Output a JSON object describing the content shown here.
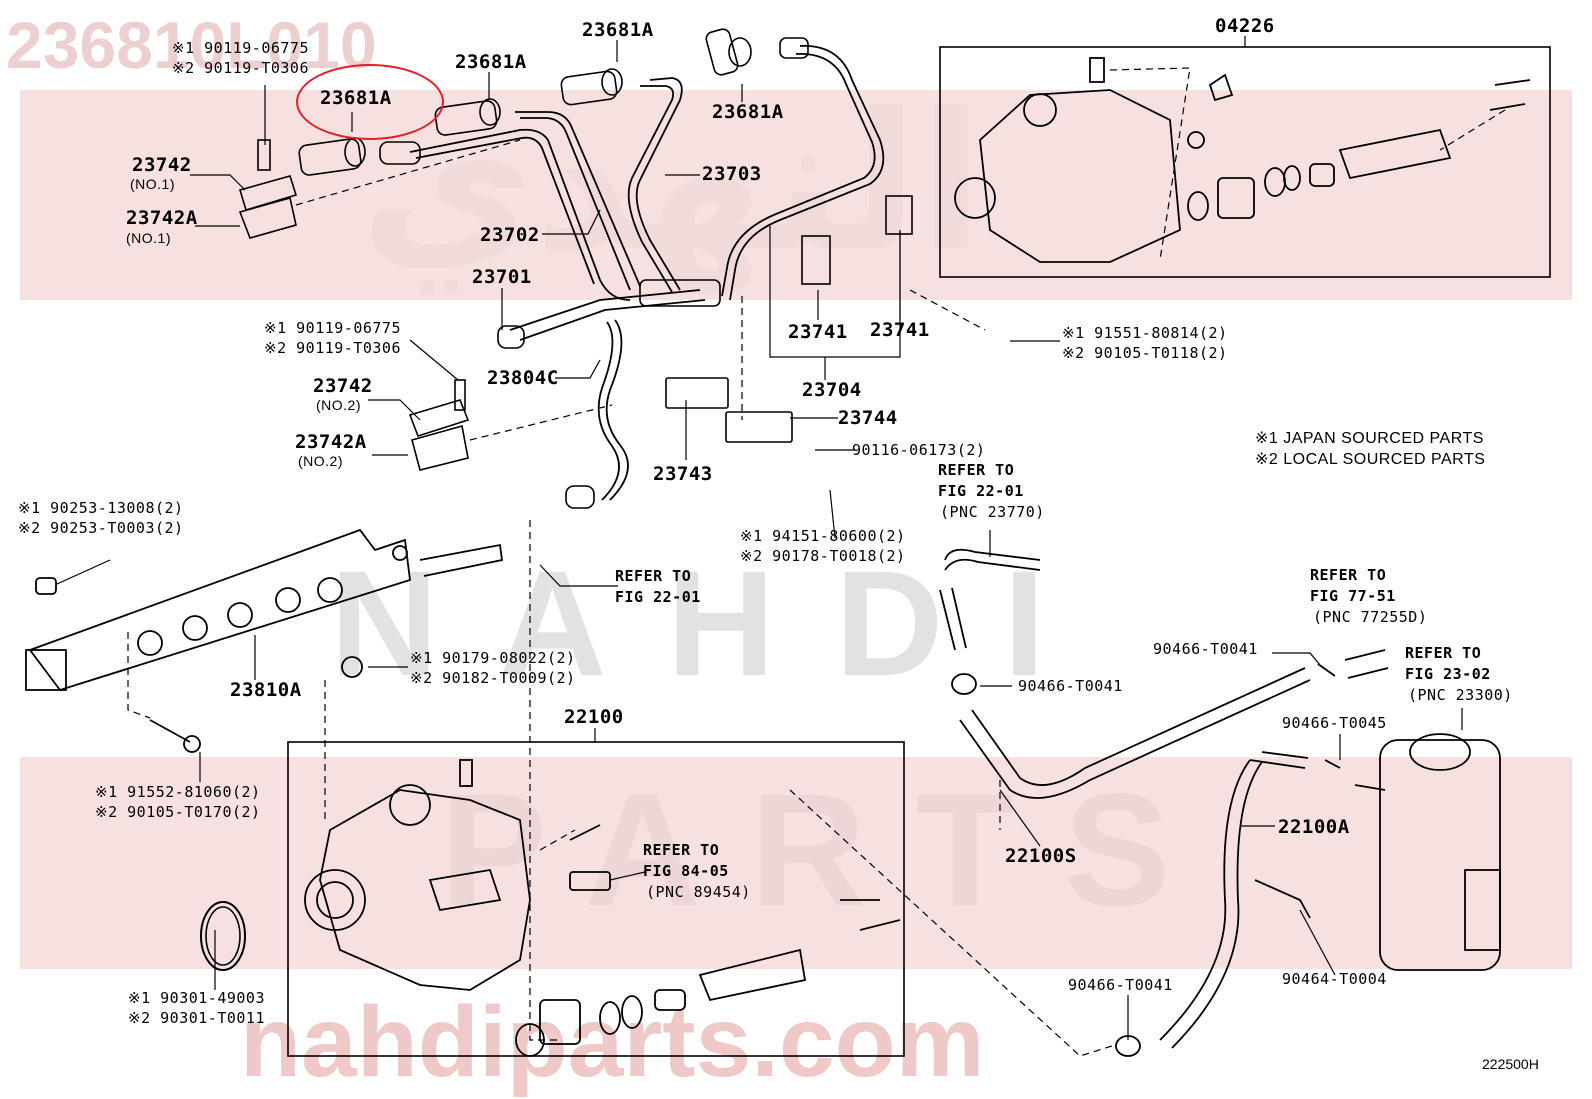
{
  "watermarks": {
    "part_number": "236810L010",
    "brand_arabic": "النهدي",
    "brand_latin_1": "NAHDI",
    "brand_latin_2": "PARTS",
    "site": "nahdiparts.com"
  },
  "colors": {
    "highlight": "#e0202a",
    "band": "#f6e0e0",
    "watermark": "#ecd0d0"
  },
  "legend": {
    "line1": "※1 JAPAN SOURCED PARTS",
    "line2": "※2 LOCAL SOURCED PARTS"
  },
  "figure_code": "222500H",
  "labels": {
    "p23681A_a": "23681A",
    "p23681A_b": "23681A",
    "p23681A_c": "23681A",
    "p23681A_hl": "23681A",
    "p04226": "04226",
    "p23703": "23703",
    "p23702": "23702",
    "p23701": "23701",
    "p23742_1": "23742",
    "p23742_1n": "(NO.1)",
    "p23742A_1": "23742A",
    "p23742A_1n": "(NO.1)",
    "b1a": "※1 90119-06775",
    "b1b": "※2 90119-T0306",
    "b2a": "※1 90119-06775",
    "b2b": "※2 90119-T0306",
    "p23742_2": "23742",
    "p23742_2n": "(NO.2)",
    "p23742A_2": "23742A",
    "p23742A_2n": "(NO.2)",
    "p23804C": "23804C",
    "p23741a": "23741",
    "p23741b": "23741",
    "p23704": "23704",
    "p23744": "23744",
    "p23743": "23743",
    "b3a": "※1 91551-80814(2)",
    "b3b": "※2 90105-T0118(2)",
    "p9011606173": "90116-06173(2)",
    "b4a": "※1 94151-80600(2)",
    "b4b": "※2 90178-T0018(2)",
    "b5a": "※1 90253-13008(2)",
    "b5b": "※2 90253-T0003(2)",
    "ref1a": "REFER TO",
    "ref1b": "FIG 22-01",
    "ref2a": "REFER TO",
    "ref2b": "FIG 22-01",
    "ref2c": "(PNC 23770)",
    "p23810A": "23810A",
    "b6a": "※1 90179-08022(2)",
    "b6b": "※2 90182-T0009(2)",
    "p22100": "22100",
    "b7a": "※1 91552-81060(2)",
    "b7b": "※2 90105-T0170(2)",
    "ref3a": "REFER TO",
    "ref3b": "FIG 84-05",
    "ref3c": "(PNC 89454)",
    "b8a": "※1 90301-49003",
    "b8b": "※2 90301-T0011",
    "ref4a": "REFER TO",
    "ref4b": "FIG 77-51",
    "ref4c": "(PNC 77255D)",
    "ref5a": "REFER TO",
    "ref5b": "FIG 23-02",
    "ref5c": "(PNC 23300)",
    "c1": "90466-T0041",
    "c2": "90466-T0041",
    "c3": "90466-T0045",
    "c4": "90466-T0041",
    "p22100S": "22100S",
    "p22100A": "22100A",
    "p90464": "90464-T0004"
  }
}
